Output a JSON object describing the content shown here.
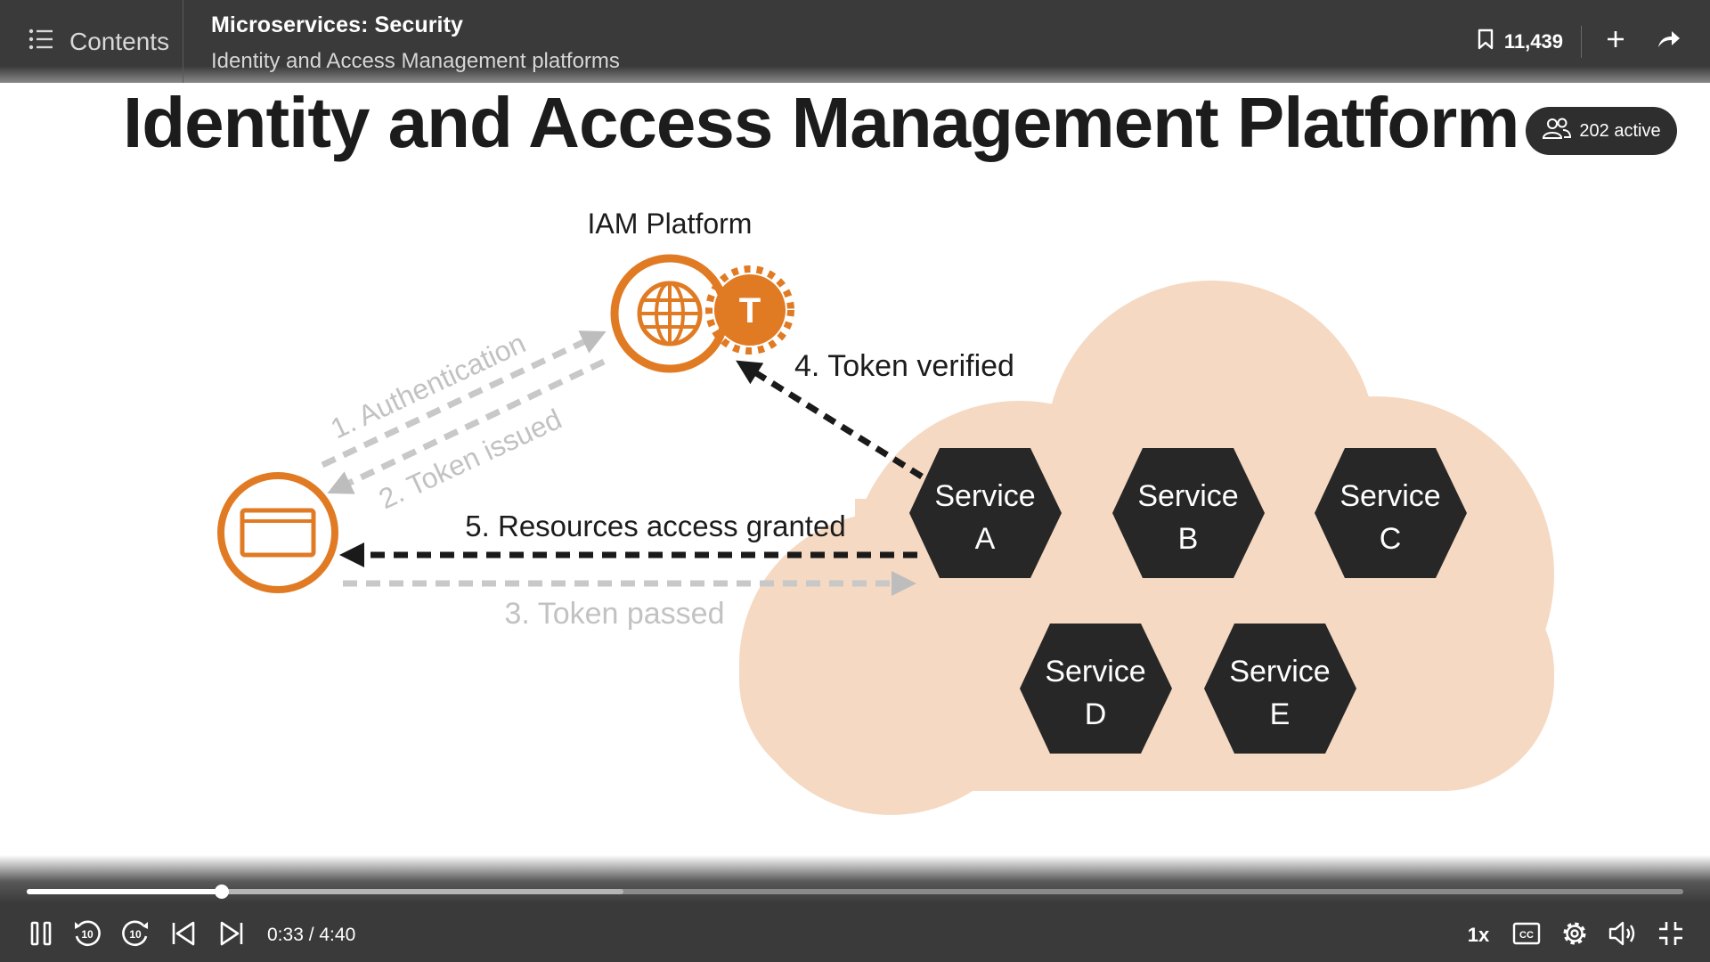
{
  "header": {
    "contents_label": "Contents",
    "course_title": "Microservices: Security",
    "video_title": "Identity and Access Management platforms",
    "bookmark_count": "11,439"
  },
  "active_viewers": "202 active",
  "slide": {
    "title": "Identity and Access Management Platform",
    "iam_label": "IAM Platform",
    "token_letter": "T",
    "steps": {
      "s1": "1. Authentication",
      "s2": "2. Token issued",
      "s3": "3. Token passed",
      "s4": "4. Token verified",
      "s5": "5. Resources access granted"
    },
    "services": [
      {
        "line1": "Service",
        "line2": "A"
      },
      {
        "line1": "Service",
        "line2": "B"
      },
      {
        "line1": "Service",
        "line2": "C"
      },
      {
        "line1": "Service",
        "line2": "D"
      },
      {
        "line1": "Service",
        "line2": "E"
      }
    ]
  },
  "player": {
    "time_display": "0:33 / 4:40",
    "speed": "1x",
    "progress_fraction": 0.118,
    "buffered_fraction": 0.36
  },
  "colors": {
    "accent_orange": "#E07B24",
    "cloud": "#F5D9C2",
    "hexagon": "#272727",
    "bar": "#3a3a3a"
  }
}
